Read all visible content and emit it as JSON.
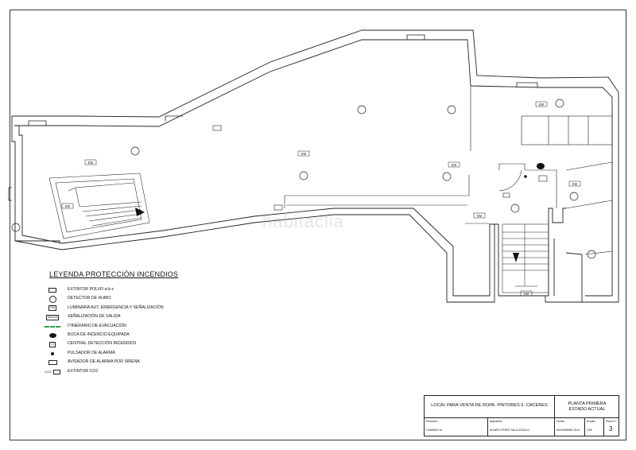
{
  "plan": {
    "em_labels": [
      "EM",
      "EM",
      "EM",
      "EM",
      "EM",
      "EM",
      "EM",
      "EM"
    ],
    "watermark": "habitaclia"
  },
  "legend": {
    "title": "LEYENDA PROTECCIÓN INCENDIOS",
    "items": [
      {
        "label": "EXTINTOR POLVO a-b-c",
        "icon": "extinguisher-icon"
      },
      {
        "label": "DETECTOR DE HUMO",
        "icon": "smoke-detector-icon"
      },
      {
        "label": "LUMINARIA AUT. EMERGENCIA Y SEÑALIZACIÓN",
        "icon": "emergency-light-icon",
        "symbol": "EM"
      },
      {
        "label": "SEÑALIZACIÓN DE SALIDA",
        "icon": "exit-sign-icon",
        "symbol": "SALIDA"
      },
      {
        "label": "ITINERARIO DE EVACUACIÓN",
        "icon": "evacuation-route-icon",
        "color": "#2ea043"
      },
      {
        "label": "BOCA DE INCENCIO EQUIPADA",
        "icon": "fire-hose-icon"
      },
      {
        "label": "CENTRAL DETECCIÓN INCENDIOS",
        "icon": "fire-panel-icon",
        "symbol": "CI"
      },
      {
        "label": "PULSADOR DE ALARMA",
        "icon": "alarm-button-icon"
      },
      {
        "label": "AVISADOR DE ALARMA POR SIRENA",
        "icon": "siren-icon"
      },
      {
        "label": "EXTINTOR CO2",
        "icon": "co2-extinguisher-icon",
        "symbol": "CO2"
      }
    ]
  },
  "title_block": {
    "project": "LOCAL PARA VENTA DE ROPA. PINTORES 6. CACERES",
    "plan_name": "PLANTA PRIMERA",
    "plan_state": "ESTADO ACTUAL",
    "fields": [
      {
        "header": "Promotor:",
        "value": "CAMINUS SL"
      },
      {
        "header": "Arquitecto:",
        "value": "ALVARO PEREZ SALA GOZALO"
      },
      {
        "header": "Fecha:",
        "value": "NOVIEMBRE 2015"
      },
      {
        "header": "Escala:",
        "value": "1/50"
      },
      {
        "header": "Plano nº:",
        "value": "3"
      }
    ]
  }
}
